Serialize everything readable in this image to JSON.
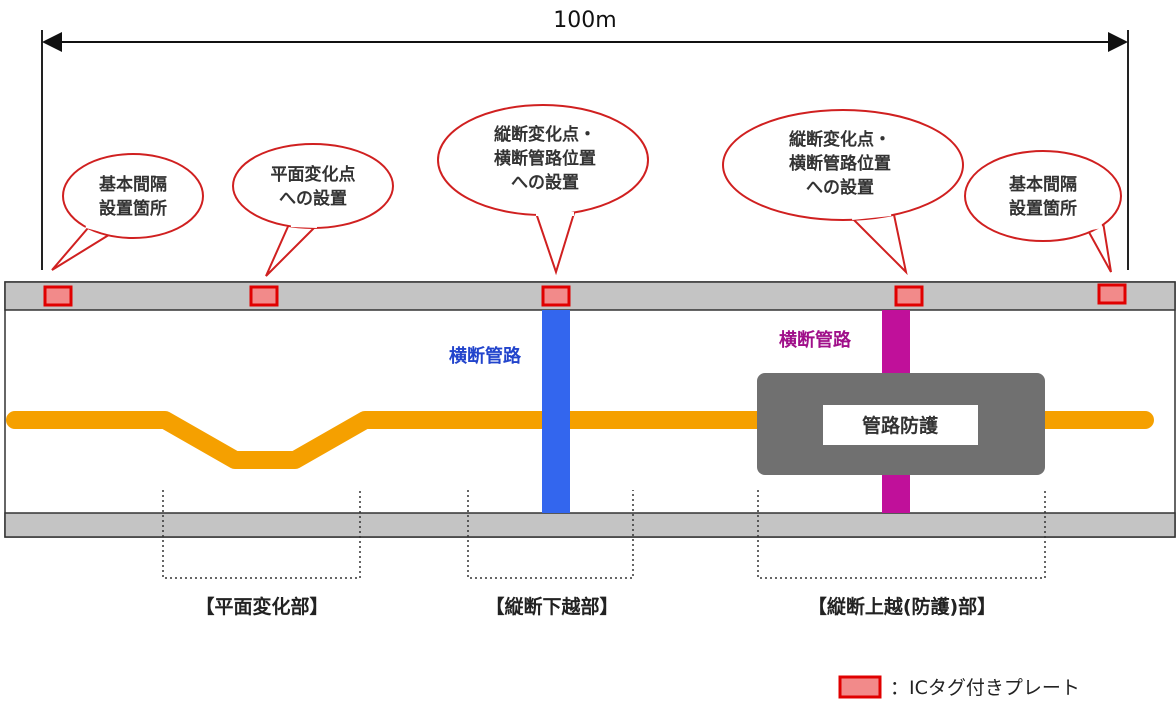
{
  "dimension": {
    "label": "100m"
  },
  "callouts": [
    {
      "lines": [
        "基本間隔",
        "設置箇所"
      ]
    },
    {
      "lines": [
        "平面変化点",
        "への設置"
      ]
    },
    {
      "lines": [
        "縦断変化点・",
        "横断管路位置",
        "への設置"
      ]
    },
    {
      "lines": [
        "縦断変化点・",
        "横断管路位置",
        "への設置"
      ]
    },
    {
      "lines": [
        "基本間隔",
        "設置箇所"
      ]
    }
  ],
  "crossing_pipes": [
    {
      "label": "横断管路",
      "color": "#3366ee"
    },
    {
      "label": "横断管路",
      "color": "#c0109a"
    }
  ],
  "protection": {
    "label": "管路防護"
  },
  "sections": [
    {
      "label": "【平面変化部】"
    },
    {
      "label": "【縦断下越部】"
    },
    {
      "label": "【縦断上越(防護)部】"
    }
  ],
  "legend": {
    "label": "：ICタグ付きプレート"
  },
  "colors": {
    "pipe": "#f5a000",
    "tag_border": "#e00000",
    "tag_fill": "#f28a8a",
    "band": "#c4c4c4",
    "protection": "#707070"
  }
}
